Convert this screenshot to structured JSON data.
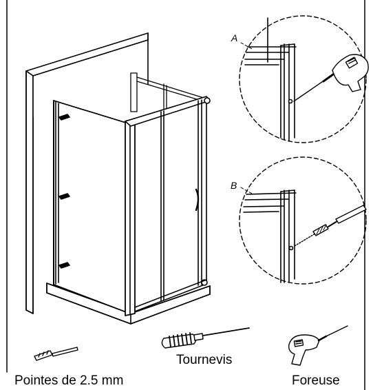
{
  "callouts": {
    "a": "A",
    "b": "B"
  },
  "tools": {
    "drill_bit": {
      "label": "Pointes de 2.5 mm",
      "icon": "drill-bit-icon"
    },
    "screwdriver": {
      "label": "Tournevis",
      "icon": "screwdriver-icon"
    },
    "drill": {
      "label": "Foreuse",
      "icon": "drill-icon"
    }
  },
  "colors": {
    "line": "#000000",
    "background": "#ffffff"
  }
}
